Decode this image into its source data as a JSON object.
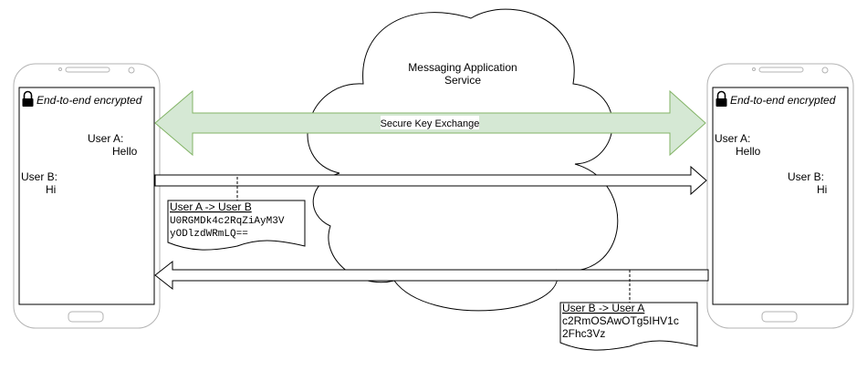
{
  "cloud": {
    "title_line1": "Messaging Application",
    "title_line2": "Service"
  },
  "key_exchange": {
    "label": "Secure Key Exchange",
    "fill": "#d5e8d4",
    "stroke": "#82b366"
  },
  "left_phone": {
    "header": "End-to-end encrypted",
    "messages": [
      {
        "sender": "User A:",
        "text": "Hello"
      },
      {
        "sender": "User B:",
        "text": "Hi"
      }
    ]
  },
  "right_phone": {
    "header": "End-to-end encrypted",
    "messages": [
      {
        "sender": "User A:",
        "text": "Hello"
      },
      {
        "sender": "User B:",
        "text": "Hi"
      }
    ]
  },
  "message_a_to_b": {
    "title": "User A -> User B",
    "cipher_line1": "U0RGMDk4c2RqZiAyM3V",
    "cipher_line2": "yODlzdWRmLQ=="
  },
  "message_b_to_a": {
    "title": "User B -> User A",
    "cipher_line1": "c2RmOSAwOTg5IHV1c",
    "cipher_line2": "2Fhc3Vz"
  }
}
